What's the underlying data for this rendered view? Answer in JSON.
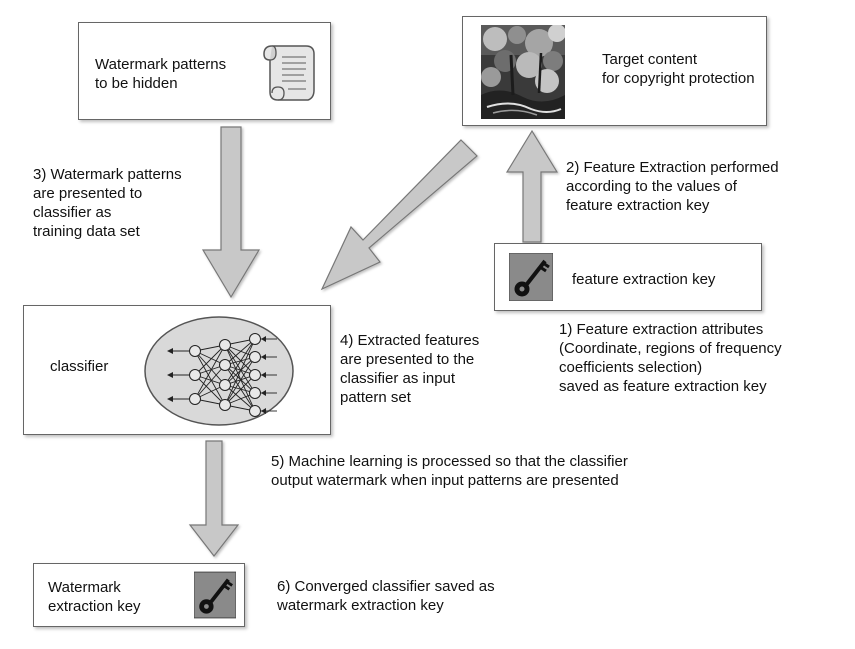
{
  "boxes": {
    "watermark_patterns": "Watermark patterns\nto be hidden",
    "target_content": "Target content\nfor copyright protection",
    "feature_key": "feature extraction key",
    "classifier": "classifier",
    "watermark_key": "Watermark\nextraction key"
  },
  "steps": {
    "step1": "1) Feature extraction attributes\n(Coordinate, regions of frequency\ncoefficients selection)\nsaved as feature extraction key",
    "step2": "2) Feature Extraction performed\naccording to the values of\nfeature extraction key",
    "step3": "3) Watermark patterns\nare presented to\nclassifier as\ntraining data set",
    "step4": "4) Extracted features\nare presented to the\nclassifier as input\npattern set",
    "step5": "5) Machine learning is processed so that the classifier\noutput watermark when input patterns are presented",
    "step6": "6) Converged classifier saved as\nwatermark extraction key"
  },
  "icons": {
    "scroll": "scroll-icon",
    "photo": "forest-photo-icon",
    "key": "key-icon",
    "network": "neural-network-icon"
  },
  "colors": {
    "arrow_fill": "#c8c8c8",
    "arrow_stroke": "#777777",
    "ellipse_fill": "#d9d9d9",
    "key_background": "#8a8a8a"
  }
}
